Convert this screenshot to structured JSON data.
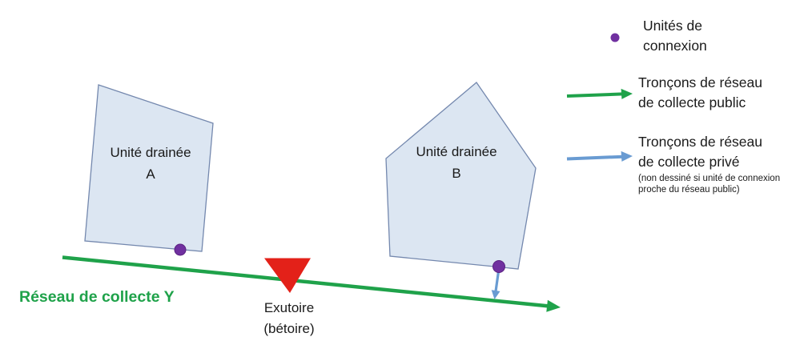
{
  "diagram": {
    "unit_a": {
      "label": "Unité drainée\nA"
    },
    "unit_b": {
      "label": "Unité drainée\nB"
    },
    "network_label": "Réseau de collecte Y",
    "outlet_label": "Exutoire\n(bétoire)"
  },
  "legend": {
    "connection": {
      "label": "Unités de\nconnexion"
    },
    "public": {
      "label": "Tronçons de réseau\nde collecte public"
    },
    "private": {
      "label": "Tronçons de réseau\nde collecte privé",
      "note": "(non dessiné si unité de connexion\nproche du réseau public)"
    }
  },
  "colors": {
    "public_network_green": "#1fa24a",
    "private_network_blue": "#699bd2",
    "connection_purple": "#7030a0",
    "connection_purple_edge": "#5a2180",
    "outlet_red": "#e32119",
    "parcel_fill": "#dce6f2",
    "parcel_border": "#7488ae",
    "network_label_green": "#1fa24a"
  }
}
